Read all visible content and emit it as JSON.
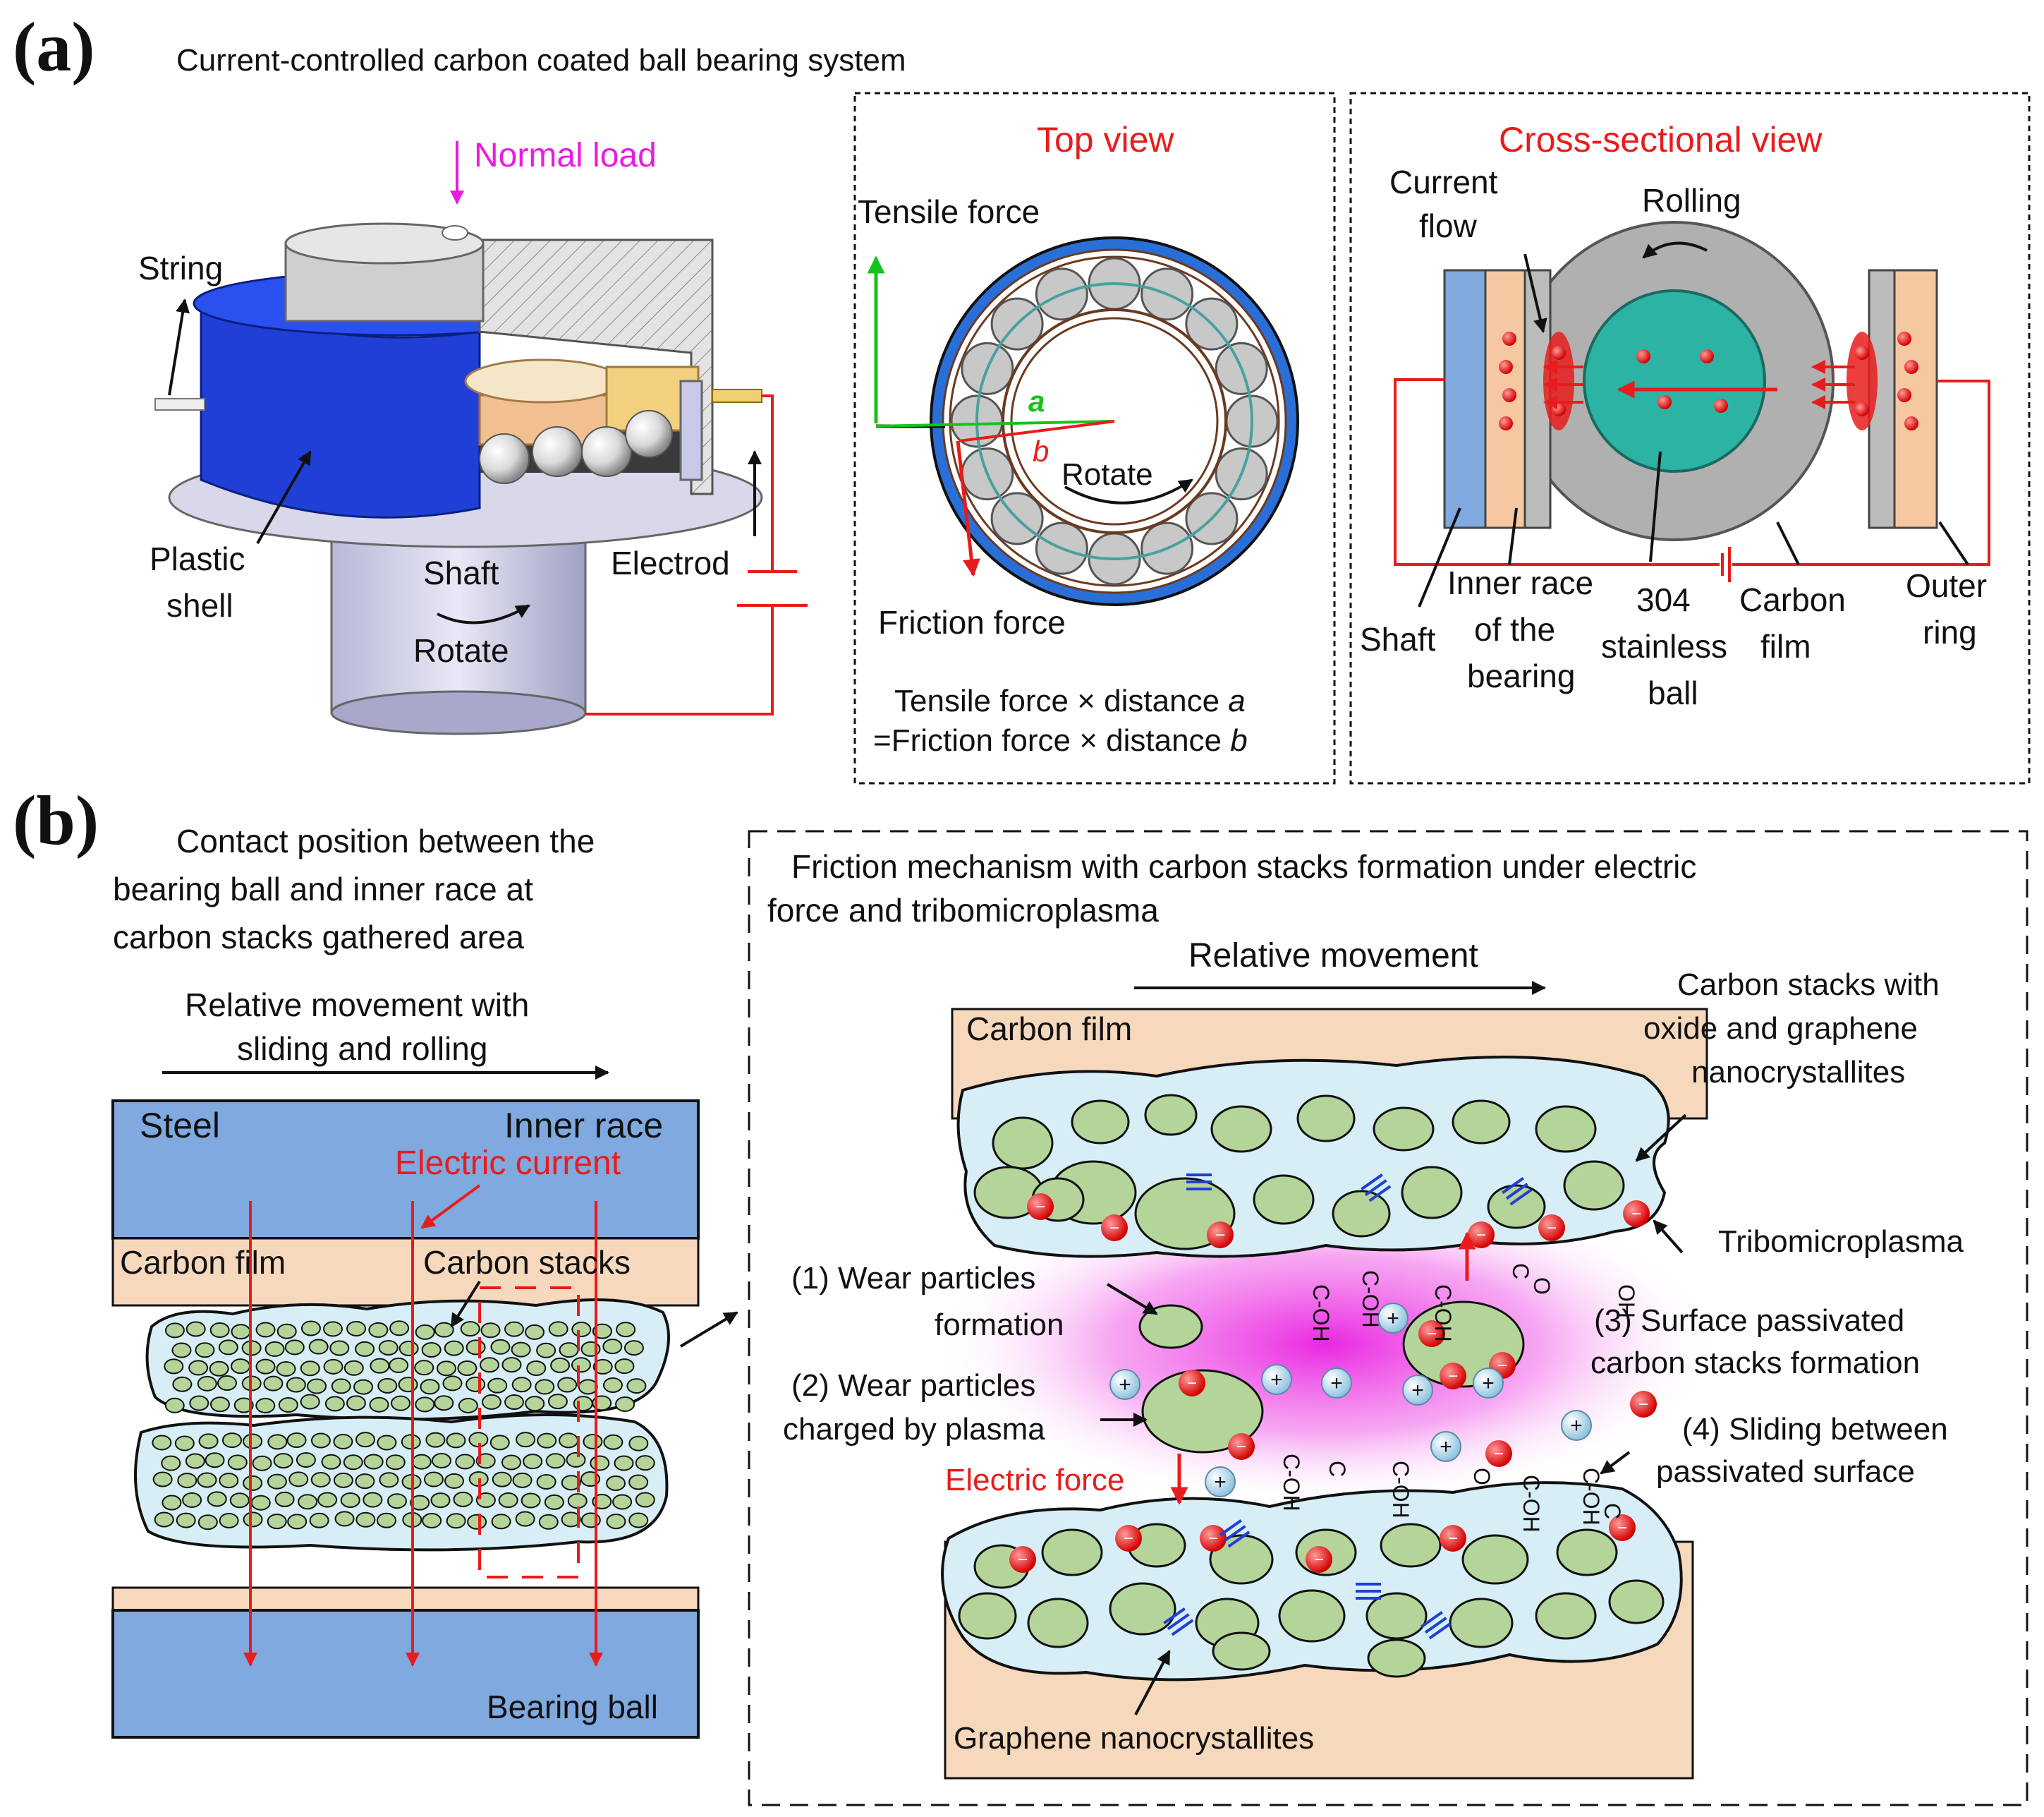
{
  "panel_a": {
    "tag": "(a)",
    "title": "Current-controlled carbon coated ball bearing system",
    "rig": {
      "normal_load": "Normal load",
      "string": "String",
      "plastic_shell_1": "Plastic",
      "plastic_shell_2": "shell",
      "shaft_1": "Shaft",
      "shaft_2": "Rotate",
      "electrod": "Electrod"
    },
    "top_view": {
      "title": "Top view",
      "tensile_force": "Tensile force",
      "label_a": "a",
      "label_b": "b",
      "rotate": "Rotate",
      "friction_force": "Friction force",
      "eq_line1_pre": "Tensile force × distance ",
      "eq_line1_var": "a",
      "eq_line2_pre": "=Friction force × distance ",
      "eq_line2_var": "b"
    },
    "cross_view": {
      "title": "Cross-sectional view",
      "current_flow_1": "Current",
      "current_flow_2": "flow",
      "rolling": "Rolling",
      "shaft": "Shaft",
      "inner_race_1": "Inner race",
      "inner_race_2": "of the",
      "inner_race_3": "bearing",
      "ball_1": "304",
      "ball_2": "stainless",
      "ball_3": "ball",
      "carbon_film_1": "Carbon",
      "carbon_film_2": "film",
      "outer_ring_1": "Outer",
      "outer_ring_2": "ring"
    }
  },
  "panel_b": {
    "tag": "(b)",
    "left_title_1": "Contact position between the",
    "left_title_2": "bearing ball and inner race at",
    "left_title_3": "carbon stacks gathered area",
    "rel_move_1": "Relative movement with",
    "rel_move_2": "sliding and rolling",
    "steel": "Steel",
    "inner_race": "Inner race",
    "electric_current": "Electric current",
    "carbon_film": "Carbon film",
    "carbon_stacks": "Carbon stacks",
    "bearing_ball": "Bearing ball",
    "right_title_1": "Friction mechanism with carbon stacks formation under electric",
    "right_title_2": "force and tribomicroplasma",
    "relative_movement": "Relative movement",
    "carbon_film_top": "Carbon film",
    "stacks_label_1": "Carbon stacks with",
    "stacks_label_2": "oxide and graphene",
    "stacks_label_3": "nanocrystallites",
    "tribomicroplasma": "Tribomicroplasma",
    "step1_1": "(1) Wear particles",
    "step1_2": "formation",
    "step2_1": "(2) Wear particles",
    "step2_2": "charged by plasma",
    "step3_1": "(3) Surface passivated",
    "step3_2": "carbon stacks formation",
    "step4_1": "(4) Sliding between",
    "step4_2": "passivated surface",
    "electric_force": "Electric force",
    "graphene": "Graphene nanocrystallites",
    "chem_c": "C",
    "chem_o": "O",
    "chem_oh": "OH",
    "chem_cho": "C-OH",
    "plus": "+",
    "minus": "−"
  },
  "colors": {
    "shell_blue": "#1f3fd6",
    "carbon_stack": "#d7eef7",
    "nanocrystal": "#b5d49a",
    "carbon_film": "#f6d8bd",
    "steel": "#7fa9df",
    "red": "#e81c1c",
    "magenta": "#e81ce0",
    "green": "#17c21a",
    "plasma": "#f060e8"
  }
}
